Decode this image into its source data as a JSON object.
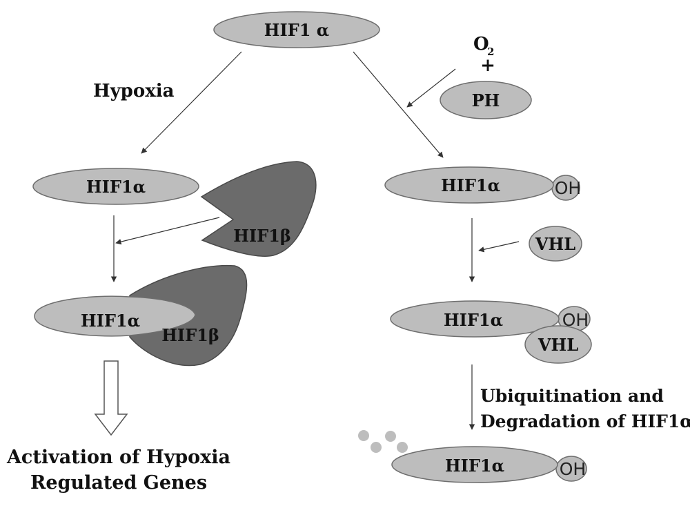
{
  "labels": {
    "hif1a_top": "HIF1 α",
    "o2_o": "O",
    "o2_sub": "2",
    "plus": "+",
    "ph": "PH",
    "hypoxia": "Hypoxia",
    "left_hif1a": "HIF1α",
    "left_hif1b": "HIF1β",
    "complex_hif1a": "HIF1α",
    "complex_hif1b": "HIF1β",
    "activation_line1": "Activation of Hypoxia",
    "activation_line2": "Regulated Genes",
    "right_hif1a": "HIF1α",
    "right_oh": "OH",
    "vhl": "VHL",
    "bound_hif1a": "HIF1α",
    "bound_oh": "OH",
    "bound_vhl": "VHL",
    "ubiquitination_line1": "Ubiquitination and",
    "ubiquitination_line2": "Degradation of HIF1α",
    "degraded_hif1a": "HIF1α",
    "degraded_oh": "OH"
  },
  "colors": {
    "oval_fill": "#bdbdbd",
    "oval_stroke": "#6e6e6e",
    "dark_shape_fill": "#6b6b6b",
    "dark_shape_stroke": "#4a4a4a",
    "arrow": "#333333",
    "outline_arrow": "#555555"
  }
}
